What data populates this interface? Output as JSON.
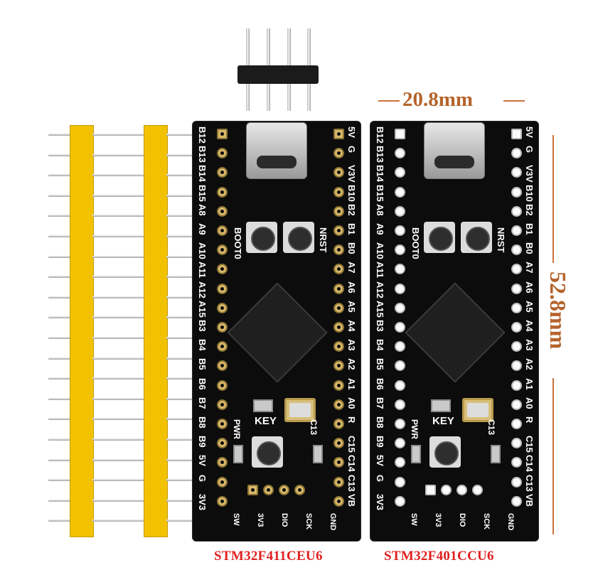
{
  "width_label": "20.8mm",
  "height_label": "52.8mm",
  "boards": [
    {
      "model": "STM32F411CEU6",
      "left_pins": [
        "B12",
        "B13",
        "B14",
        "B15",
        "A8",
        "A9",
        "A10",
        "A11",
        "A12",
        "A15",
        "B3",
        "B4",
        "B5",
        "B6",
        "B7",
        "B8",
        "B9",
        "5V",
        "G",
        "3V3"
      ],
      "right_pins": [
        "5V",
        "G",
        "V3V",
        "B10",
        "B2",
        "B1",
        "B0",
        "A7",
        "A6",
        "A5",
        "A4",
        "A3",
        "A2",
        "A1",
        "A0",
        "R",
        "C15",
        "C14",
        "C13",
        "VB"
      ],
      "boot_label": "BOOT0",
      "nrst_label": "NRST",
      "key_label": "KEY",
      "pwr_label": "PWR",
      "c13_label": "C13",
      "swd_labels": [
        "SW",
        "3V3",
        "DIO",
        "SCK",
        "GND"
      ]
    },
    {
      "model": "STM32F401CCU6",
      "left_pins": [
        "B12",
        "B13",
        "B14",
        "B15",
        "A8",
        "A9",
        "A10",
        "A11",
        "A12",
        "A15",
        "B3",
        "B4",
        "B5",
        "B6",
        "B7",
        "B8",
        "B9",
        "5V",
        "G",
        "3V3"
      ],
      "right_pins": [
        "5V",
        "G",
        "V3V",
        "B10",
        "B2",
        "B1",
        "B0",
        "A7",
        "A6",
        "A5",
        "A4",
        "A3",
        "A2",
        "A1",
        "A0",
        "R",
        "C15",
        "C14",
        "C13",
        "VB"
      ],
      "boot_label": "BOOT0",
      "nrst_label": "NRST",
      "key_label": "KEY",
      "pwr_label": "PWR",
      "c13_label": "C13",
      "swd_labels": [
        "SW",
        "3V3",
        "DIO",
        "SCK",
        "GND"
      ]
    }
  ],
  "colors": {
    "pcb": "#0c0c0c",
    "header_plastic": "#f2c200",
    "dimension": "#b5642c",
    "model_text": "#e01f1f"
  }
}
